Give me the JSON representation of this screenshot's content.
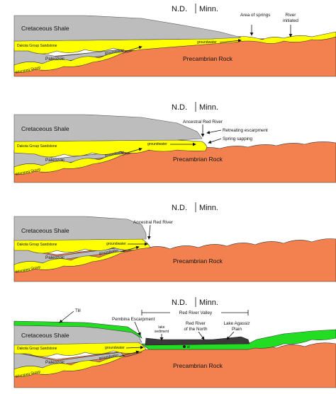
{
  "common": {
    "nd": "N.D.",
    "minn": "Minn.",
    "cretaceous": "Cretaceous Shale",
    "dakota": "Dakota Group Sandstone",
    "groundwater": "groundwater",
    "paleozoic": "Paleozoic",
    "winnipeg": "Winnipeg Group",
    "precambrian": "Precambrian Rock"
  },
  "panel1": {
    "springs": "Area of springs",
    "river_line1": "River",
    "river_line2": "initiated"
  },
  "panel2": {
    "ancestral": "Ancestral Red River",
    "retreating": "Retreating escarpment",
    "sapping": "Spring sapping"
  },
  "panel3": {
    "ancestral": "Ancestral Red River"
  },
  "panel4": {
    "till": "Till",
    "pembina": "Pembina Escarpment",
    "valley": "Red River Valley",
    "lake_sed_1": "lake",
    "lake_sed_2": "sediment",
    "red_north_1": "Red River",
    "red_north_2": "of the North",
    "agassiz_1": "Lake Agassiz",
    "agassiz_2": "Plain",
    "sl": "sl"
  },
  "colors": {
    "shale": "#bdbdbd",
    "sandstone": "#ffff00",
    "precambrian": "#f2814f",
    "till": "#22dd22",
    "lake_sediment": "#3a3a3a"
  }
}
